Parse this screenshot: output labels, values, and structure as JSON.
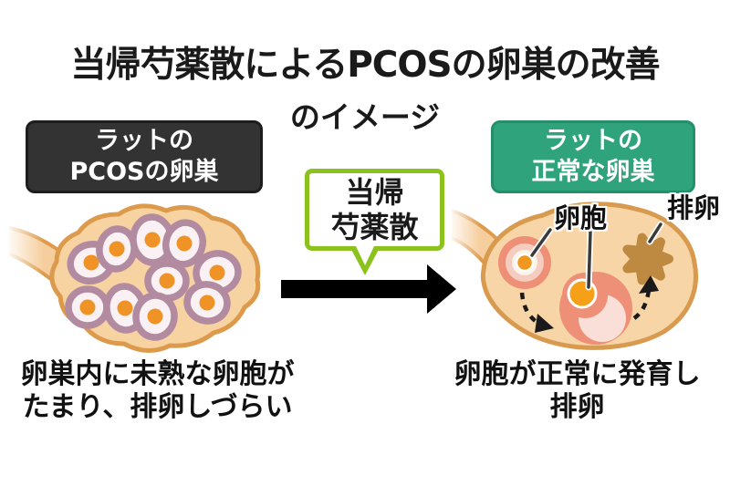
{
  "title": {
    "line1": "当帰芍薬散によるPCOSの卵巣の改善",
    "line2": "のイメージ"
  },
  "before": {
    "label_line1": "ラットの",
    "label_line2": "PCOSの卵巣",
    "caption_line1": "卵巣内に未熟な卵胞が",
    "caption_line2": "たまり、排卵しづらい"
  },
  "treatment": {
    "bubble_line1": "当帰",
    "bubble_line2": "芍薬散"
  },
  "after": {
    "label_line1": "ラットの",
    "label_line2": "正常な卵巣",
    "follicle_label": "卵胞",
    "ovulation_label": "排卵",
    "caption_line1": "卵胞が正常に発育し",
    "caption_line2": "排卵"
  },
  "colors": {
    "title_text": "#1a1a1a",
    "pcos_label_bg": "#333333",
    "normal_label_bg": "#2fa37b",
    "label_text": "#ffffff",
    "bubble_border": "#8cc21e",
    "arrow": "#000000",
    "ovary_fill": "#f8d3a2",
    "ovary_outline": "#dc9b4c",
    "immature_follicle_ring": "#b28ba0",
    "immature_follicle_fill": "#f9f1f4",
    "egg_dot_orange": "#f09326",
    "mature_follicle_coral": "#ee9077",
    "mature_follicle_pale": "#f9dfd7",
    "ovulated_egg_brown": "#be8940"
  }
}
